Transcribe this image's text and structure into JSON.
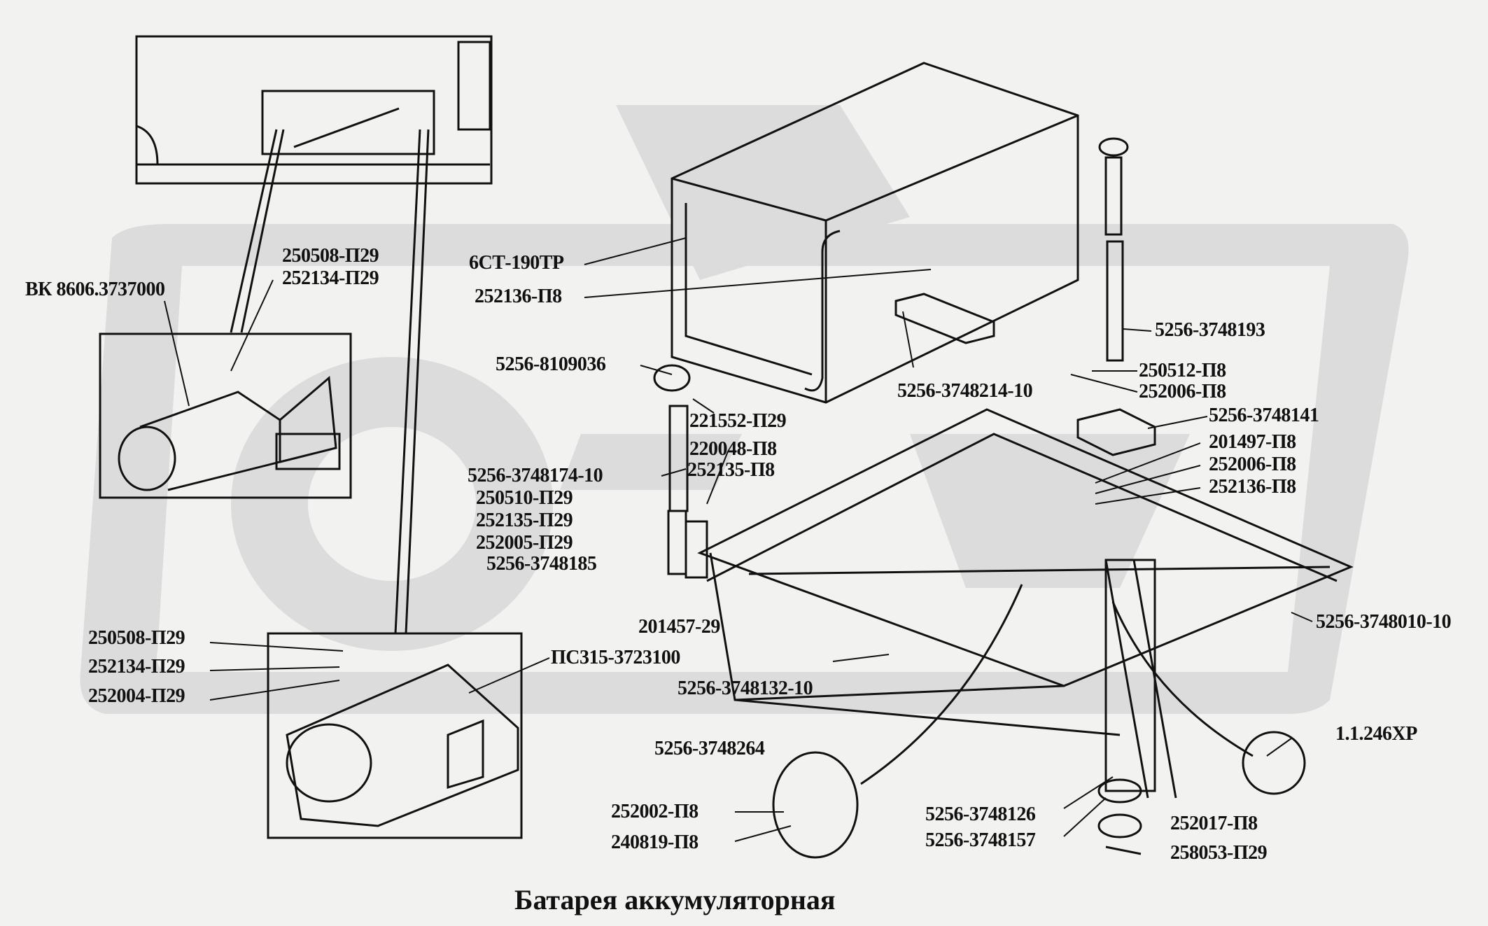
{
  "title": "Батарея аккумуляторная",
  "colors": {
    "background": "#f2f2f0",
    "watermark": "#d9d9d9",
    "ink": "#111111"
  },
  "labels": [
    {
      "id": "bk",
      "text": "ВК 8606.3737000"
    },
    {
      "id": "l250508a",
      "text": "250508-П29"
    },
    {
      "id": "l252134a",
      "text": "252134-П29"
    },
    {
      "id": "l6ct",
      "text": "6СТ-190ТР"
    },
    {
      "id": "l252136a",
      "text": "252136-П8"
    },
    {
      "id": "l8109036",
      "text": "5256-8109036"
    },
    {
      "id": "l221552",
      "text": "221552-П29"
    },
    {
      "id": "l220048",
      "text": "220048-П8"
    },
    {
      "id": "l252135a",
      "text": "252135-П8"
    },
    {
      "id": "l3748174",
      "text": "5256-3748174-10"
    },
    {
      "id": "l250510",
      "text": "250510-П29"
    },
    {
      "id": "l252135b",
      "text": "252135-П29"
    },
    {
      "id": "l252005",
      "text": "252005-П29"
    },
    {
      "id": "l3748185",
      "text": "5256-3748185"
    },
    {
      "id": "l201457",
      "text": "201457-29"
    },
    {
      "id": "l3748214",
      "text": "5256-3748214-10"
    },
    {
      "id": "l3748193",
      "text": "5256-3748193"
    },
    {
      "id": "l250512",
      "text": "250512-П8"
    },
    {
      "id": "l252006a",
      "text": "252006-П8"
    },
    {
      "id": "l3748141",
      "text": "5256-3748141"
    },
    {
      "id": "l201497",
      "text": "201497-П8"
    },
    {
      "id": "l252006b",
      "text": "252006-П8"
    },
    {
      "id": "l252136b",
      "text": "252136-П8"
    },
    {
      "id": "l3748010",
      "text": "5256-3748010-10"
    },
    {
      "id": "l250508b",
      "text": "250508-П29"
    },
    {
      "id": "l252134b",
      "text": "252134-П29"
    },
    {
      "id": "l252004",
      "text": "252004-П29"
    },
    {
      "id": "lps315",
      "text": "ПС315-3723100"
    },
    {
      "id": "l3748132",
      "text": "5256-3748132-10"
    },
    {
      "id": "l3748264",
      "text": "5256-3748264"
    },
    {
      "id": "l252002",
      "text": "252002-П8"
    },
    {
      "id": "l240819",
      "text": "240819-П8"
    },
    {
      "id": "l3748126",
      "text": "5256-3748126"
    },
    {
      "id": "l3748157",
      "text": "5256-3748157"
    },
    {
      "id": "l11246",
      "text": "1.1.246ХР"
    },
    {
      "id": "l252017",
      "text": "252017-П8"
    },
    {
      "id": "l258053",
      "text": "258053-П29"
    }
  ]
}
